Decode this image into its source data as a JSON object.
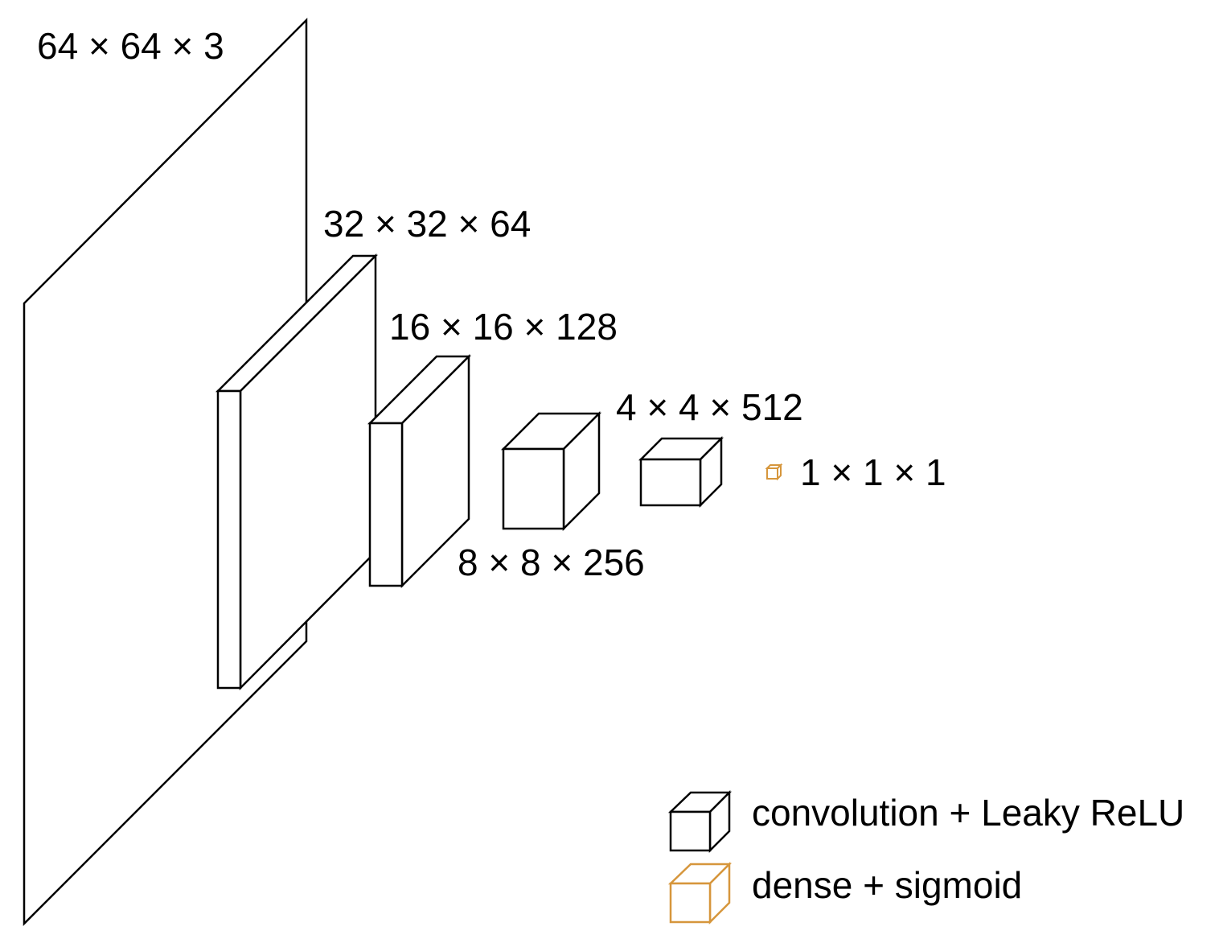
{
  "layers": [
    {
      "dims": "64 × 64 × 3"
    },
    {
      "dims": "32 × 32 × 64"
    },
    {
      "dims": "16 × 16 × 128"
    },
    {
      "dims": "8 × 8 × 256"
    },
    {
      "dims": "4 × 4 × 512"
    },
    {
      "dims": "1 × 1 × 1"
    }
  ],
  "legend": {
    "items": [
      {
        "label": "convolution + Leaky ReLU",
        "color": "#000000"
      },
      {
        "label": "dense + sigmoid",
        "color": "#d6963c"
      }
    ]
  }
}
